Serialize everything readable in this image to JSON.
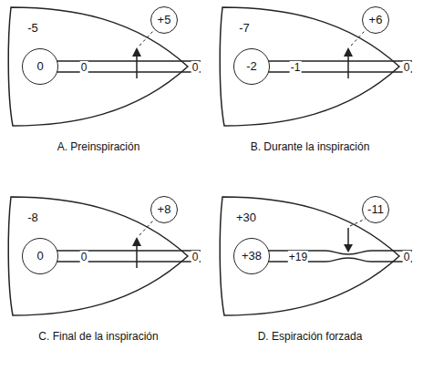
{
  "diagram": {
    "nodes": [
      {
        "text": [
          "-5"
        ]
      },
      {
        "text": [
          "0"
        ],
        "in": 0
      },
      {
        "text": [
          "+5"
        ]
      },
      {
        "text": [
          "-7"
        ]
      },
      {
        "text": [
          "-2"
        ],
        "in": 3
      },
      {
        "text": [
          "+6"
        ]
      },
      {
        "text": [
          "-8"
        ]
      },
      {
        "text": [
          "0"
        ],
        "in": 6
      },
      {
        "text": [
          "+8"
        ]
      },
      {
        "text": [
          "+30"
        ]
      },
      {
        "text": [
          "+38"
        ],
        "in": 9
      },
      {
        "text": [
          "-11"
        ]
      }
    ],
    "labels": [
      "0",
      "0",
      "A. Preinspiración",
      "-1",
      "0",
      "B. Durante la inspiración",
      "0",
      "0",
      "C. Final de la inspiración",
      "+19",
      "0",
      "D. Espiración forzada"
    ]
  }
}
